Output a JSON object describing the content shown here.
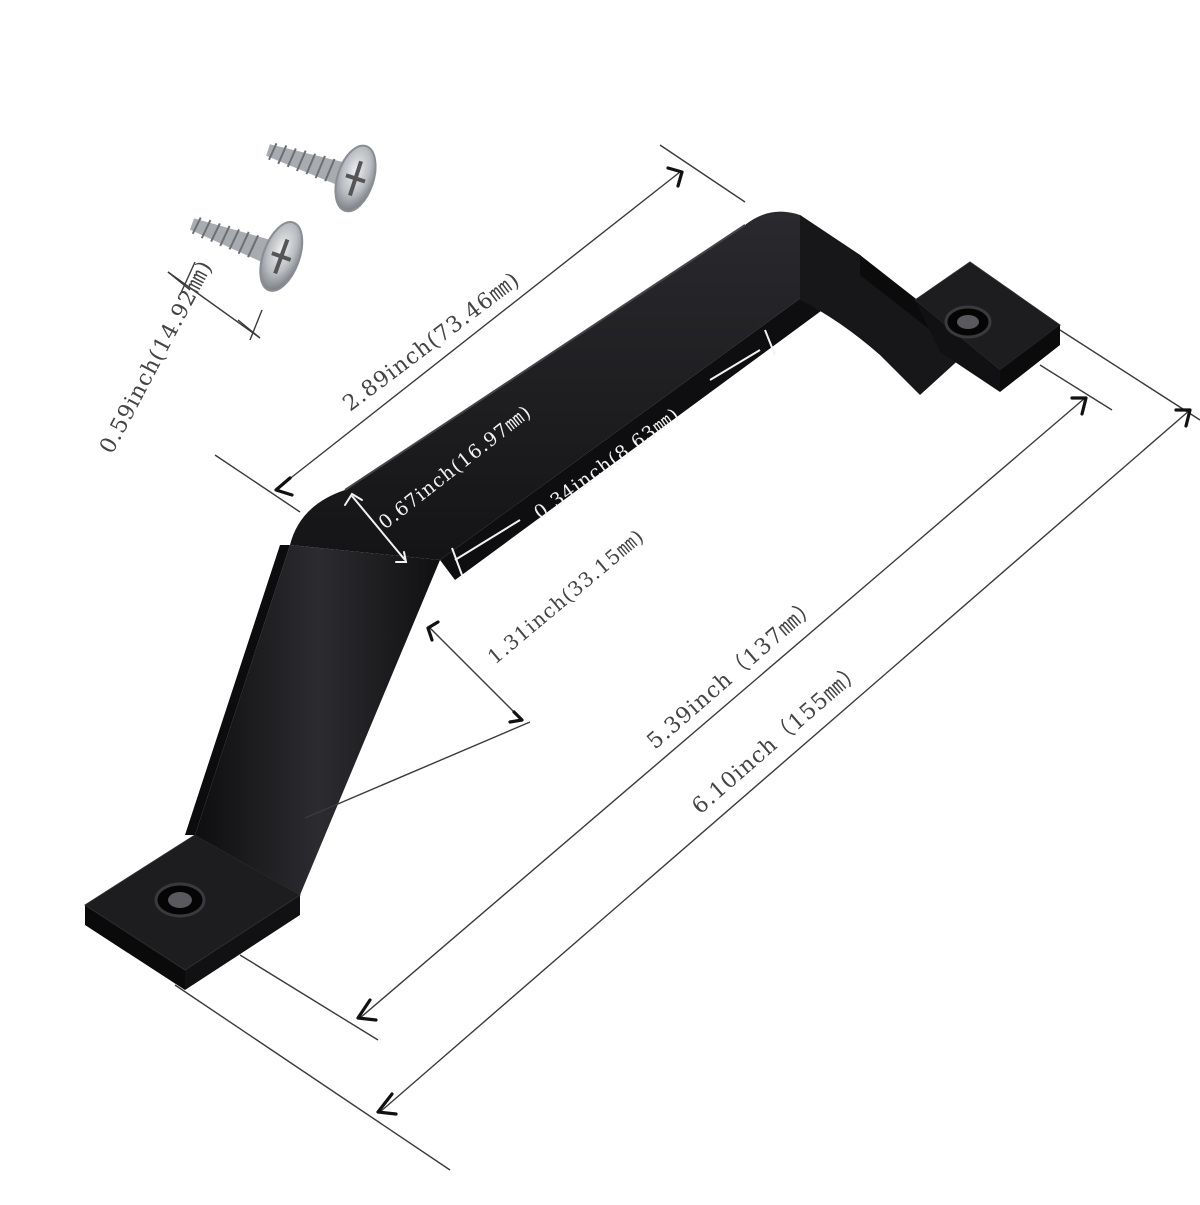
{
  "product": {
    "name_icon": "door-handle-icon",
    "screw_icon": "screw-icon",
    "colors": {
      "handle": "#1a1a1d",
      "handle_highlight": "#3c3c40",
      "screw": "#b9bcc0",
      "dimension_line": "#3a3a3a",
      "label": "#444444"
    }
  },
  "dimensions": {
    "screw_length": "0.59inch(14.92㎜)",
    "grip_length": "2.89inch(73.46㎜)",
    "grip_width": "0.67inch(16.97㎜)",
    "material_thickness": "0.34inch(8.63㎜)",
    "handle_height": "1.31inch(33.15㎜)",
    "hole_spacing": "5.39inch（137㎜）",
    "overall_length": "6.10inch（155㎜）"
  }
}
